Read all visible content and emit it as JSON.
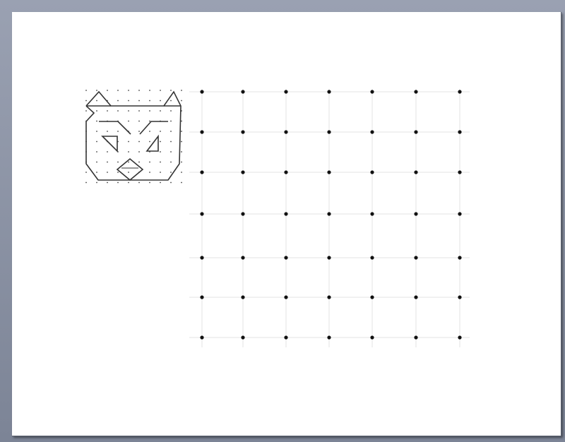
{
  "worksheet": {
    "example_figure": {
      "name": "cat-face",
      "stroke_color": "#333333",
      "grid_dot_color": "#444444"
    },
    "practice_grid": {
      "columns": 7,
      "rows": 7,
      "dot_color": "#111111",
      "line_color": "#e3e3e3"
    },
    "frame_color": "#8a92a3",
    "background_color": "#ffffff"
  }
}
